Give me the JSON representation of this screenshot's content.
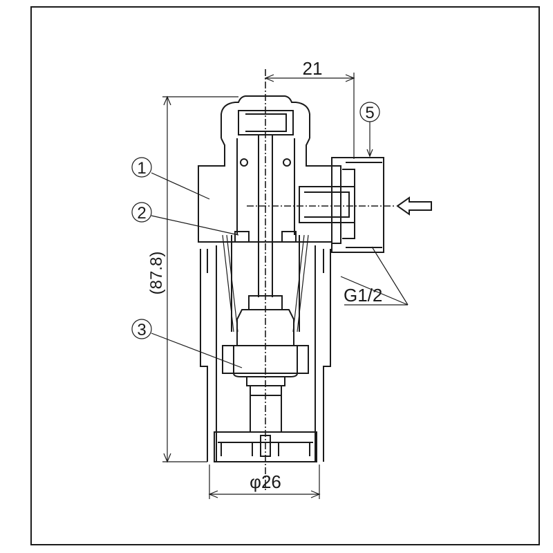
{
  "drawing": {
    "dimensions": {
      "offset": "21",
      "height": "(87.8)",
      "diameter": "φ26",
      "thread": "G1/2"
    },
    "callouts": [
      "①",
      "②",
      "③",
      "⑤"
    ],
    "callout_numbers": [
      "1",
      "2",
      "3",
      "5"
    ]
  }
}
